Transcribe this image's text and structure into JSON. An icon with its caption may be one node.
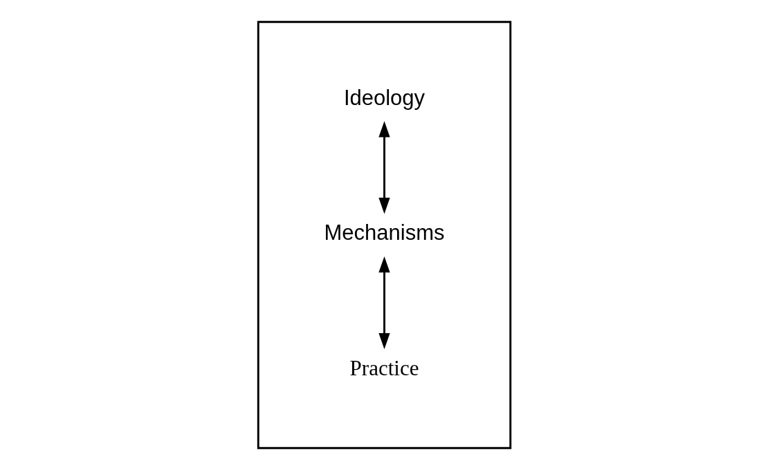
{
  "diagram": {
    "nodes": [
      {
        "text": [],
        "shape": "box"
      },
      {
        "text": [
          "Ideology"
        ],
        "in": 0
      },
      {
        "text": [
          "Mechanisms"
        ],
        "in": 0
      },
      {
        "text": [
          "Practice"
        ],
        "in": 0
      }
    ],
    "edges": [
      {
        "from": 1,
        "to": 2,
        "arrow": "both"
      },
      {
        "from": 2,
        "to": 3,
        "arrow": "both"
      }
    ]
  }
}
